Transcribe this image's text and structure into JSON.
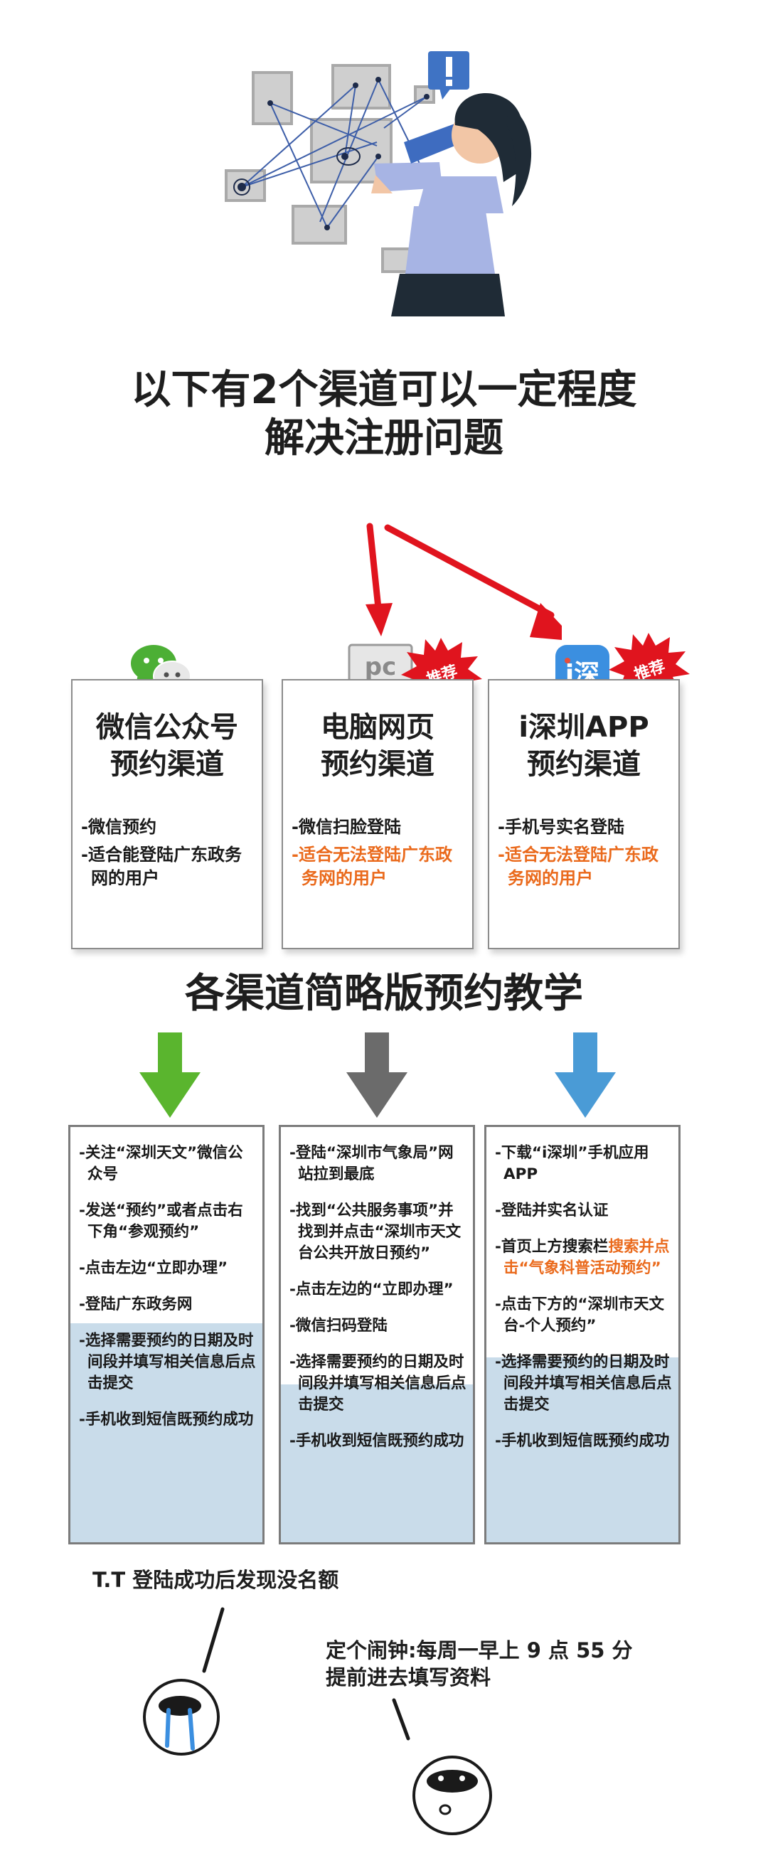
{
  "headline": {
    "line1": "以下有2个渠道可以一定程度",
    "line2": "解决注册问题"
  },
  "badge_text": "推荐",
  "channels": [
    {
      "icon": "wechat-icon",
      "title1": "微信公众号",
      "title2": "预约渠道",
      "items": [
        "-微信预约",
        "-适合能登陆广东政务网的用户"
      ],
      "recommended": false
    },
    {
      "icon": "pc-monitor-icon",
      "icon_text": "pc",
      "title1": "电脑网页",
      "title2": "预约渠道",
      "items": [
        "-微信扫脸登陆",
        "-适合无法登陆广东政务网的用户"
      ],
      "recommended": true
    },
    {
      "icon": "ishenzhen-app-icon",
      "icon_text": "i深",
      "title1": "i深圳APP",
      "title2": "预约渠道",
      "items": [
        "-手机号实名登陆",
        "-适合无法登陆广东政务网的用户"
      ],
      "recommended": true
    }
  ],
  "tutorial_title": "各渠道简略版预约教学",
  "arrow_colors": [
    "#5ab52e",
    "#6b6b6b",
    "#4a9bd6"
  ],
  "procedures": [
    {
      "steps": [
        "-关注“深圳天文”微信公众号",
        "-发送“预约”或者点击右下角“参观预约”",
        "-点击左边“立即办理”",
        "-登陆广东政务网"
      ],
      "highlight_steps": [
        "-选择需要预约的日期及时间段并填写相关信息后点击提交",
        "-手机收到短信既预约成功"
      ]
    },
    {
      "steps": [
        "-登陆“深圳市气象局”网站拉到最底",
        "-找到“公共服务事项”并找到并点击“深圳市天文台公共开放日预约”",
        "-点击左边的“立即办理”",
        "-微信扫码登陆"
      ],
      "highlight_steps": [
        "-选择需要预约的日期及时间段并填写相关信息后点击提交",
        "-手机收到短信既预约成功"
      ]
    },
    {
      "steps": [
        "-下载“i深圳”手机应用APP",
        "-登陆并实名认证",
        "-点击下方的“深圳市天文台-个人预约”"
      ],
      "step3_pre": "-首页上方搜索栏",
      "step3_orange": "搜索并点击“气象科普活动预约”",
      "highlight_steps": [
        "-选择需要预约的日期及时间段并填写相关信息后点击提交",
        "-手机收到短信既预约成功"
      ]
    }
  ],
  "notes": {
    "left": "T.T 登陆成功后发现没名额",
    "right_line1": "定个闹钟:每周一早上 9 点 55 分",
    "right_line2": "提前进去填写资料"
  },
  "colors": {
    "red_arrow": "#e0141e",
    "orange_text": "#ea6a1c",
    "highlight_bg": "#c9dcea",
    "badge_red": "#e0141e"
  }
}
